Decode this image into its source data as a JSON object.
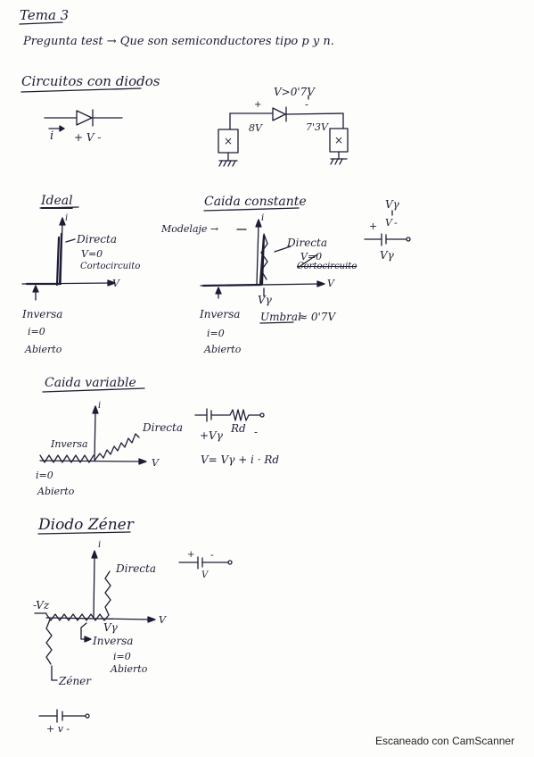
{
  "header": {
    "title": "Tema 3",
    "question": "Pregunta test → Que son semiconductores tipo p y n."
  },
  "circuits": {
    "heading": "Circuitos con diodos",
    "current": "i",
    "voltage": "+ V -",
    "condition": "V>0'7V",
    "plus": "+",
    "minus": "-",
    "v_left": "8V",
    "v_right": "7'3V",
    "mark": "×"
  },
  "ideal": {
    "heading": "Ideal",
    "i_axis": "i",
    "v_axis": "V",
    "directa": "Directa",
    "v_eq": "V=0",
    "cortocircuito": "Cortocircuito",
    "inversa": "Inversa",
    "i_eq": "i=0",
    "abierto": "Abierto"
  },
  "caida_constante": {
    "heading": "Caida constante",
    "i_axis": "i",
    "v_axis": "V",
    "modelaje": "Modelaje →",
    "directa": "Directa",
    "v_eq": "V=0",
    "cortocircuito": "Cortocircuito",
    "vy": "Vγ",
    "inversa": "Inversa",
    "umbral": "Umbral",
    "umbral_value": "≈ 0'7V",
    "i_eq": "i=0",
    "abierto": "Abierto",
    "sym_vy": "Vγ",
    "sym_plus": "+",
    "sym_v": "V",
    "sym_minus": "-",
    "sym_vy_bottom": "Vγ"
  },
  "caida_variable": {
    "heading": "Caida variable",
    "i_axis": "i",
    "v_axis": "V",
    "directa": "Directa",
    "inversa": "Inversa",
    "i_eq": "i=0",
    "abierto": "Abierto",
    "vy": "+Vγ",
    "rd": "Rd",
    "minus": "-",
    "formula": "V= Vγ + i · Rd"
  },
  "zener": {
    "heading": "Diodo Zéner",
    "i_axis": "i",
    "v_axis": "V",
    "directa": "Directa",
    "vz": "-Vz",
    "vy": "Vγ",
    "inversa": "Inversa",
    "i_eq": "i=0",
    "abierto": "Abierto",
    "zener_label": "Zéner",
    "sym_plus": "+",
    "sym_minus": "-",
    "sym_v": "V",
    "bottom_sign": "+ v -"
  },
  "footer": {
    "scanner": "Escaneado con CamScanner"
  }
}
